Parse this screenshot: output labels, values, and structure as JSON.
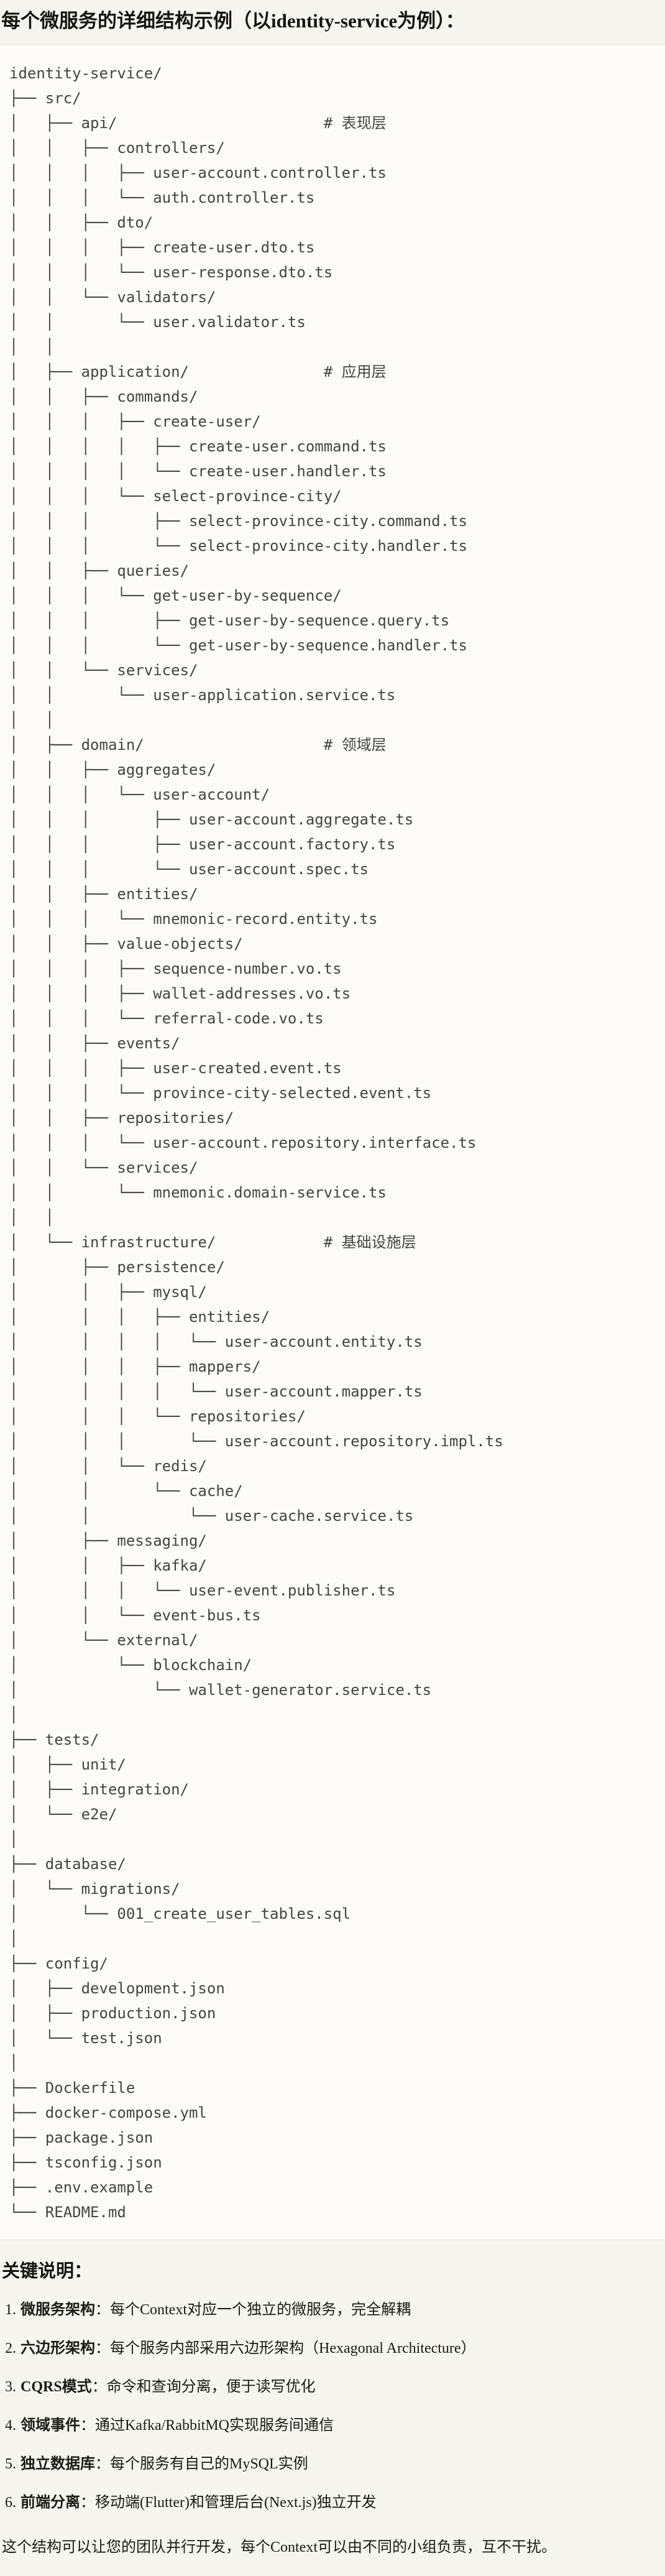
{
  "title": "每个微服务的详细结构示例（以identity-service为例）：",
  "file_tree": {
    "lines": [
      "identity-service/",
      "├── src/",
      "│   ├── api/                       # 表现层",
      "│   │   ├── controllers/",
      "│   │   │   ├── user-account.controller.ts",
      "│   │   │   └── auth.controller.ts",
      "│   │   ├── dto/",
      "│   │   │   ├── create-user.dto.ts",
      "│   │   │   └── user-response.dto.ts",
      "│   │   └── validators/",
      "│   │       └── user.validator.ts",
      "│   │",
      "│   ├── application/               # 应用层",
      "│   │   ├── commands/",
      "│   │   │   ├── create-user/",
      "│   │   │   │   ├── create-user.command.ts",
      "│   │   │   │   └── create-user.handler.ts",
      "│   │   │   └── select-province-city/",
      "│   │   │       ├── select-province-city.command.ts",
      "│   │   │       └── select-province-city.handler.ts",
      "│   │   ├── queries/",
      "│   │   │   └── get-user-by-sequence/",
      "│   │   │       ├── get-user-by-sequence.query.ts",
      "│   │   │       └── get-user-by-sequence.handler.ts",
      "│   │   └── services/",
      "│   │       └── user-application.service.ts",
      "│   │",
      "│   ├── domain/                    # 领域层",
      "│   │   ├── aggregates/",
      "│   │   │   └── user-account/",
      "│   │   │       ├── user-account.aggregate.ts",
      "│   │   │       ├── user-account.factory.ts",
      "│   │   │       └── user-account.spec.ts",
      "│   │   ├── entities/",
      "│   │   │   └── mnemonic-record.entity.ts",
      "│   │   ├── value-objects/",
      "│   │   │   ├── sequence-number.vo.ts",
      "│   │   │   ├── wallet-addresses.vo.ts",
      "│   │   │   └── referral-code.vo.ts",
      "│   │   ├── events/",
      "│   │   │   ├── user-created.event.ts",
      "│   │   │   └── province-city-selected.event.ts",
      "│   │   ├── repositories/",
      "│   │   │   └── user-account.repository.interface.ts",
      "│   │   └── services/",
      "│   │       └── mnemonic.domain-service.ts",
      "│   │",
      "│   └── infrastructure/            # 基础设施层",
      "│       ├── persistence/",
      "│       │   ├── mysql/",
      "│       │   │   ├── entities/",
      "│       │   │   │   └── user-account.entity.ts",
      "│       │   │   ├── mappers/",
      "│       │   │   │   └── user-account.mapper.ts",
      "│       │   │   └── repositories/",
      "│       │   │       └── user-account.repository.impl.ts",
      "│       │   └── redis/",
      "│       │       └── cache/",
      "│       │           └── user-cache.service.ts",
      "│       ├── messaging/",
      "│       │   ├── kafka/",
      "│       │   │   └── user-event.publisher.ts",
      "│       │   └── event-bus.ts",
      "│       └── external/",
      "│           └── blockchain/",
      "│               └── wallet-generator.service.ts",
      "│",
      "├── tests/",
      "│   ├── unit/",
      "│   ├── integration/",
      "│   └── e2e/",
      "│",
      "├── database/",
      "│   └── migrations/",
      "│       └── 001_create_user_tables.sql",
      "│",
      "├── config/",
      "│   ├── development.json",
      "│   ├── production.json",
      "│   └── test.json",
      "│",
      "├── Dockerfile",
      "├── docker-compose.yml",
      "├── package.json",
      "├── tsconfig.json",
      "├── .env.example",
      "└── README.md"
    ]
  },
  "notes": {
    "heading": "关键说明：",
    "items": [
      {
        "num": "1.",
        "term": "微服务架构",
        "desc": "：每个Context对应一个独立的微服务，完全解耦"
      },
      {
        "num": "2.",
        "term": "六边形架构",
        "desc": "：每个服务内部采用六边形架构（Hexagonal Architecture）"
      },
      {
        "num": "3.",
        "term": "CQRS模式",
        "desc": "：命令和查询分离，便于读写优化"
      },
      {
        "num": "4.",
        "term": "领域事件",
        "desc": "：通过Kafka/RabbitMQ实现服务间通信"
      },
      {
        "num": "5.",
        "term": "独立数据库",
        "desc": "：每个服务有自己的MySQL实例"
      },
      {
        "num": "6.",
        "term": "前端分离",
        "desc": "：移动端(Flutter)和管理后台(Next.js)独立开发"
      }
    ],
    "footer": "这个结构可以让您的团队并行开发，每个Context可以由不同的小组负责，互不干扰。"
  },
  "colors": {
    "page_bg": "#f7f5ef",
    "code_bg": "#fcfbf7",
    "code_border": "#e7e4db",
    "tree_text": "#45453f",
    "text": "#1b1a16"
  }
}
